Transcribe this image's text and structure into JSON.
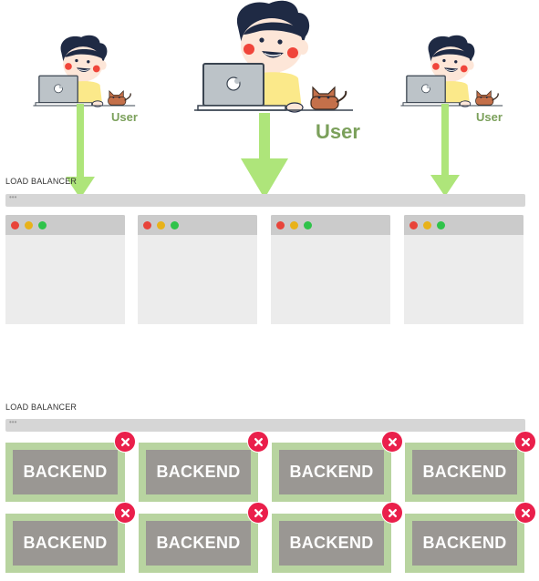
{
  "users": [
    {
      "label": "User"
    },
    {
      "label": "User"
    },
    {
      "label": "User"
    }
  ],
  "load_balancer_top": {
    "label": "LOAD BALANCER",
    "dots": "•••"
  },
  "load_balancer_bottom": {
    "label": "LOAD BALANCER",
    "dots": "•••"
  },
  "empty_windows": [
    {},
    {},
    {},
    {}
  ],
  "backends": [
    {
      "label": "BACKEND"
    },
    {
      "label": "BACKEND"
    },
    {
      "label": "BACKEND"
    },
    {
      "label": "BACKEND"
    },
    {
      "label": "BACKEND"
    },
    {
      "label": "BACKEND"
    },
    {
      "label": "BACKEND"
    },
    {
      "label": "BACKEND"
    }
  ],
  "colors": {
    "arrow": "#aee57a",
    "user_label": "#7ba05b",
    "backend_border": "#b8d4a0",
    "backend_fill": "#9a9793",
    "remove_badge": "#ea1f4b"
  }
}
